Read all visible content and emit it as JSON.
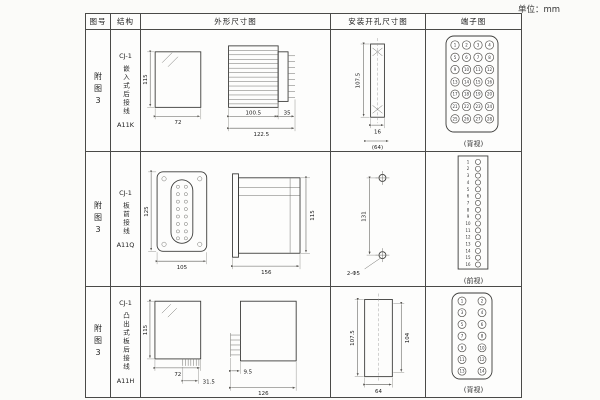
{
  "unit_label": "单位：mm",
  "headers": [
    "图号",
    "结构",
    "外形尺寸图",
    "安装开孔尺寸图",
    "端子图"
  ],
  "rows": [
    {
      "fig": "附图3",
      "model": "CJ-1",
      "mount": "嵌入式后接线",
      "code": "A11K",
      "outline": {
        "height": "115",
        "width": "72",
        "body_depth": "100.5",
        "total_depth": "122.5",
        "plug_depth": "35"
      },
      "install": {
        "height": "107.5",
        "slot_width": "16",
        "span": "(64)"
      },
      "terminal_view": "(背视)"
    },
    {
      "fig": "附图3",
      "model": "CJ-1",
      "mount": "板前接线",
      "code": "A11Q",
      "outline": {
        "height": "125",
        "width": "105",
        "total_depth": "156",
        "side_height": "115"
      },
      "install": {
        "hole_spacing": "131",
        "holes": "2-Φ5"
      },
      "terminal_view": "(前视)"
    },
    {
      "fig": "附图3",
      "model": "CJ-1",
      "mount": "凸出式板后接线",
      "code": "A11H",
      "outline": {
        "height": "115",
        "width": "72",
        "pin_depth": "9.5",
        "plug_width": "31.5",
        "total_depth": "126"
      },
      "install": {
        "height": "107.5",
        "inner_height": "104",
        "width": "64"
      },
      "terminal_view": "(背视)"
    }
  ],
  "terminals": {
    "t1": [
      "1",
      "2",
      "3",
      "4",
      "5",
      "6",
      "7",
      "8",
      "9",
      "10",
      "11",
      "12",
      "13",
      "14",
      "15",
      "16",
      "17",
      "18",
      "19",
      "20",
      "21",
      "22",
      "23",
      "24",
      "25",
      "26",
      "27",
      "28"
    ],
    "t2": [
      "1",
      "2",
      "3",
      "4",
      "5",
      "6",
      "7",
      "8",
      "9",
      "10",
      "11",
      "12",
      "13",
      "14",
      "15",
      "16"
    ],
    "t3": [
      "1",
      "2",
      "3",
      "4",
      "5",
      "6",
      "7",
      "8",
      "9",
      "10",
      "11",
      "12",
      "13",
      "14"
    ]
  }
}
